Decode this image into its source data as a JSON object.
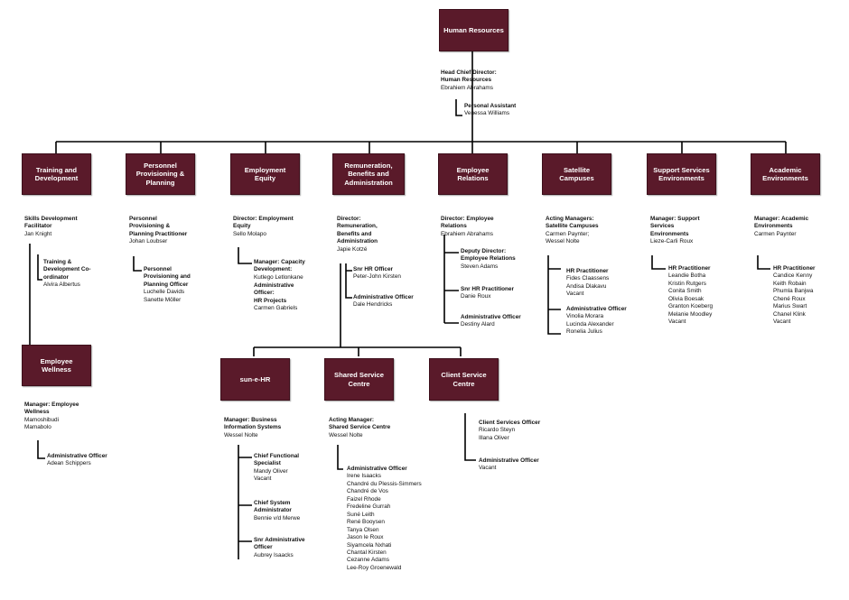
{
  "units": {
    "hr": "Human Resources",
    "training": "Training and Development",
    "personnel": "Personnel Provisioning & Planning",
    "equity": "Employment Equity",
    "remuneration": "Remuneration, Benefits and Administration",
    "relations": "Employee Relations",
    "satellite": "Satellite Campuses",
    "support": "Support Services Environments",
    "academic": "Academic Environments",
    "wellness": "Employee Wellness",
    "sunehr": "sun-e-HR",
    "shared": "Shared Service Centre",
    "client": "Client Service Centre"
  },
  "people": {
    "head": {
      "title": "Head Chief Director:\nHuman Resources",
      "names": [
        "Ebrahiem Abrahams"
      ]
    },
    "pa": {
      "title": "Personal Assistant",
      "names": [
        "Venessa Williams"
      ]
    },
    "tr1": {
      "title": "Skills Development\nFacilitator",
      "names": [
        "Jan Knight"
      ]
    },
    "tr2": {
      "title": "Training &\nDevelopment Co-\nordinator",
      "names": [
        "Alvira Albertus"
      ]
    },
    "pp1": {
      "title": "Personnel\nProvisioning &\nPlanning Practitioner",
      "names": [
        "Johan Loubser"
      ]
    },
    "pp2": {
      "title": "Personnel\nProvisioning and\nPlanning Officer",
      "names": [
        "Luchelle Davids",
        "Sanette Möller"
      ]
    },
    "eq1": {
      "title": "Director: Employment\nEquity",
      "names": [
        "Sello Molapo"
      ]
    },
    "eq2": {
      "title": "Manager: Capacity\nDevelopment:",
      "names": [
        "Kutlego Letlonkane"
      ]
    },
    "eq3": {
      "title": "Administrative\nOfficer:\nHR Projects",
      "names": [
        "Carmen Gabriels"
      ]
    },
    "rb1": {
      "title": "Director:\nRemuneration,\nBenefits and\nAdministration",
      "names": [
        "Japie Kotzé"
      ]
    },
    "rb2": {
      "title": "Snr HR Officer",
      "names": [
        "Peter-John Kirsten"
      ]
    },
    "rb3": {
      "title": "Administrative Officer",
      "names": [
        "Dale Hendricks"
      ]
    },
    "er1": {
      "title": "Director: Employee\nRelations",
      "names": [
        "Ebrahiem Abrahams"
      ]
    },
    "er2": {
      "title": "Deputy Director:\nEmployee Relations",
      "names": [
        "Steven Adams"
      ]
    },
    "er3": {
      "title": "Snr HR Practitioner",
      "names": [
        "Danie Roux"
      ]
    },
    "er4": {
      "title": "Administrative Officer",
      "names": [
        "Destiny Alard"
      ]
    },
    "sc1": {
      "title": "Acting Managers:\nSatellite Campuses",
      "names": [
        "Carmen Paynter;",
        "Wessel Nolte"
      ]
    },
    "sc2": {
      "title": "HR Practitioner",
      "names": [
        "Fides Claassens",
        "Andisa Dlakavu",
        "Vacant"
      ]
    },
    "sc3": {
      "title": "Administrative Officer",
      "names": [
        "Vinolia Morara",
        "Lucinda Alexander",
        "Ronelia Julius"
      ]
    },
    "ss1": {
      "title": "Manager: Support\nServices\nEnvironments",
      "names": [
        "Lieze-Carli Roux"
      ]
    },
    "ss2": {
      "title": "HR Practitioner",
      "names": [
        "Leandie Botha",
        "Kristin Rutgers",
        "Conita Smith",
        "Olivia Boesak",
        "Granton Koeberg",
        "Melanie Moodley",
        "Vacant"
      ]
    },
    "ac1": {
      "title": "Manager: Academic\nEnvironments",
      "names": [
        "Carmen Paynter"
      ]
    },
    "ac2": {
      "title": "HR Practitioner",
      "names": [
        "Candice Kenny",
        "Keith Robain",
        "Phumla Banjwa",
        "Chené Roux",
        "Marius Swart",
        "Chanel Klink",
        "Vacant"
      ]
    },
    "wl1": {
      "title": "Manager: Employee\nWellness",
      "names": [
        "Mamoshibudi",
        "Mamabolo"
      ]
    },
    "wl2": {
      "title": "Administrative Officer",
      "names": [
        "Adean Schippers"
      ]
    },
    "se1": {
      "title": "Manager: Business\nInformation Systems",
      "names": [
        "Wessel Nolte"
      ]
    },
    "se2": {
      "title": "Chief Functional\nSpecialist",
      "names": [
        "Mandy Oliver",
        "Vacant"
      ]
    },
    "se3": {
      "title": "Chief System\nAdministrator",
      "names": [
        "Bennie v/d Merwe"
      ]
    },
    "se4": {
      "title": "Snr Administrative\nOfficer",
      "names": [
        "Aubrey Isaacks"
      ]
    },
    "sh1": {
      "title": "Acting Manager:\nShared Service Centre",
      "names": [
        "Wessel Nolte"
      ]
    },
    "sh2": {
      "title": "Administrative Officer",
      "names": [
        "Irene Isaacks",
        "Chandré du Plessis-Simmers",
        "Chandré de Vos",
        "Faizel Rhode",
        "Fredeline Gurrah",
        "Suné Leith",
        "René Booysen",
        "Tanya Olsen",
        "Jason le Roux",
        "Siyamcela Nxhati",
        "Chantal Kirsten",
        "Cezanne Adams",
        "Lee-Roy Groenewald"
      ]
    },
    "cl1": {
      "title": "Client Services Officer",
      "names": [
        "Ricardo Steyn",
        "Illana Oliver"
      ]
    },
    "cl2": {
      "title": "Administrative Officer",
      "names": [
        "Vacant"
      ]
    }
  },
  "colors": {
    "box": "#5a1a2a",
    "line": "#000000"
  }
}
